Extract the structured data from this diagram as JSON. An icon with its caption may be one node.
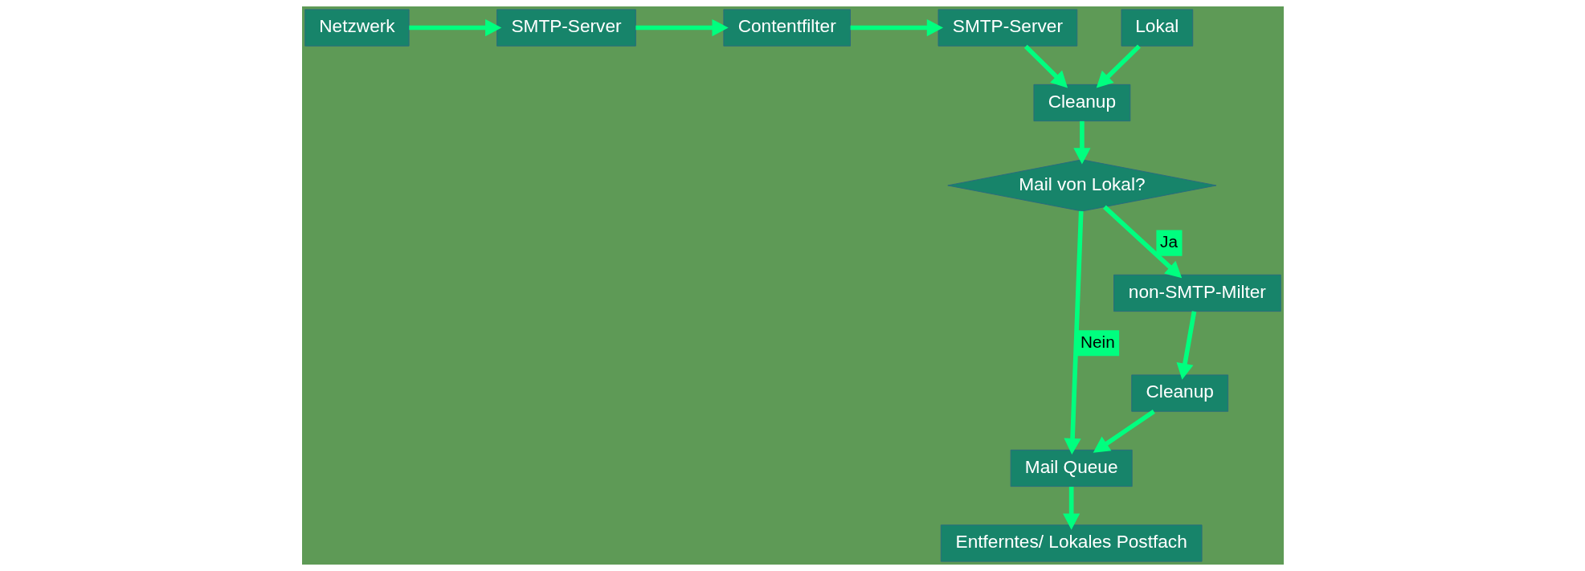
{
  "diagram": {
    "nodes": [
      {
        "text": [
          "Netzwerk"
        ]
      },
      {
        "text": [
          "SMTP-Server"
        ]
      },
      {
        "text": [
          "Contentfilter"
        ]
      },
      {
        "text": [
          "SMTP-Server"
        ]
      },
      {
        "text": [
          "Cleanup"
        ]
      },
      {
        "text": [
          "Mail von Lokal?"
        ]
      },
      {
        "text": [
          "Mail Queue"
        ]
      },
      {
        "text": [
          "Entferntes/ Lokales Postfach"
        ]
      },
      {
        "text": [
          "Lokal"
        ]
      },
      {
        "text": [
          "non-SMTP-Milter"
        ]
      },
      {
        "text": [
          "Cleanup"
        ]
      }
    ],
    "edges": [
      {
        "from": 0,
        "to": 1,
        "arrow": "to"
      },
      {
        "from": 1,
        "to": 2,
        "arrow": "to"
      },
      {
        "from": 2,
        "to": 3,
        "arrow": "to"
      },
      {
        "from": 3,
        "to": 4,
        "arrow": "to"
      },
      {
        "from": 4,
        "to": 5,
        "arrow": "to"
      },
      {
        "from": 5,
        "to": 6,
        "arrow": "to",
        "label": "Nein"
      },
      {
        "from": 6,
        "to": 7,
        "arrow": "to"
      },
      {
        "from": 8,
        "to": 4,
        "arrow": "to"
      },
      {
        "from": 5,
        "to": 9,
        "arrow": "to",
        "label": "Ja"
      },
      {
        "from": 9,
        "to": 10,
        "arrow": "to"
      },
      {
        "from": 10,
        "to": 6,
        "arrow": "to"
      }
    ]
  }
}
